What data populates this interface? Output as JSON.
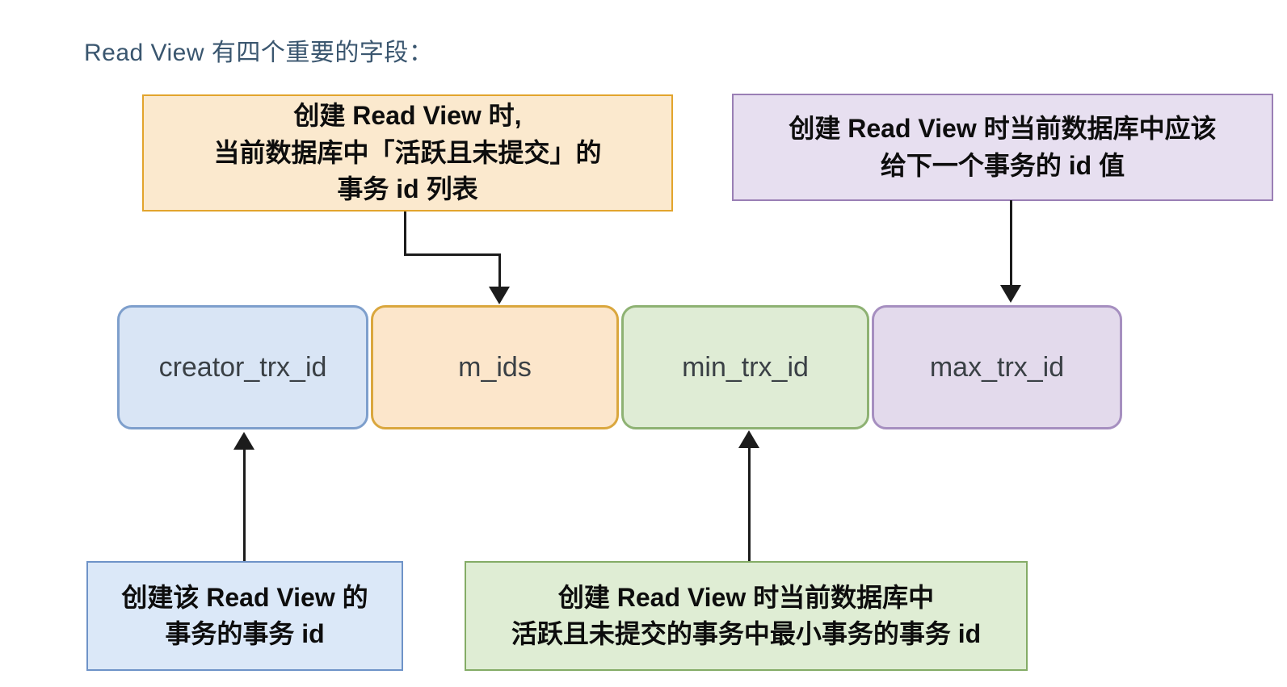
{
  "heading": {
    "text": "Read View 有四个重要的字段：",
    "color": "#3a566f"
  },
  "fields": [
    {
      "label": "creator_trx_id",
      "bg": "#d9e5f5",
      "border": "#7e9fcc"
    },
    {
      "label": "m_ids",
      "bg": "#fce6cb",
      "border": "#daa73e"
    },
    {
      "label": "min_trx_id",
      "bg": "#dfecd5",
      "border": "#8eb273"
    },
    {
      "label": "max_trx_id",
      "bg": "#e3daec",
      "border": "#a68fc0"
    }
  ],
  "notes": {
    "m_ids": {
      "lines": [
        "创建 Read View 时,",
        "当前数据库中「活跃且未提交」的",
        "事务 id 列表"
      ],
      "bg": "#fbe9ce",
      "border": "#e2a42c"
    },
    "max_trx_id": {
      "lines": [
        "创建 Read View 时当前数据库中应该",
        "给下一个事务的 id 值"
      ],
      "bg": "#e7dff0",
      "border": "#9a7fb5"
    },
    "creator_trx_id": {
      "lines": [
        "创建该 Read View 的",
        "事务的事务 id"
      ],
      "bg": "#dbe8f8",
      "border": "#6e93c8"
    },
    "min_trx_id": {
      "lines": [
        "创建 Read View 时当前数据库中",
        "活跃且未提交的事务中最小事务的事务 id"
      ],
      "bg": "#dfedd4",
      "border": "#84ac66"
    }
  },
  "arrow_color": "#1c1c1c"
}
